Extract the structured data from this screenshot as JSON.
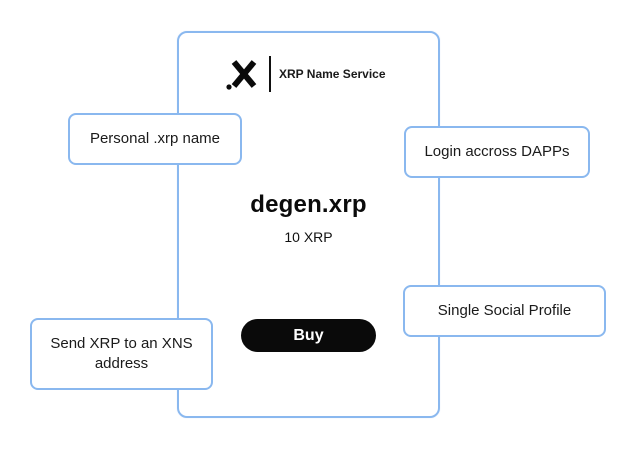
{
  "card": {
    "service_name": "XRP Name Service",
    "logo_icon": "x-logo-icon",
    "domain": "degen.xrp",
    "price": "10 XRP",
    "buy_label": "Buy"
  },
  "features": {
    "personal": "Personal .xrp name",
    "login": "Login accross DAPPs",
    "social": "Single Social Profile",
    "send": "Send XRP to an XNS address"
  },
  "colors": {
    "border_accent": "#8ab8ef",
    "button_bg": "#0a0a0a",
    "text": "#111111"
  }
}
